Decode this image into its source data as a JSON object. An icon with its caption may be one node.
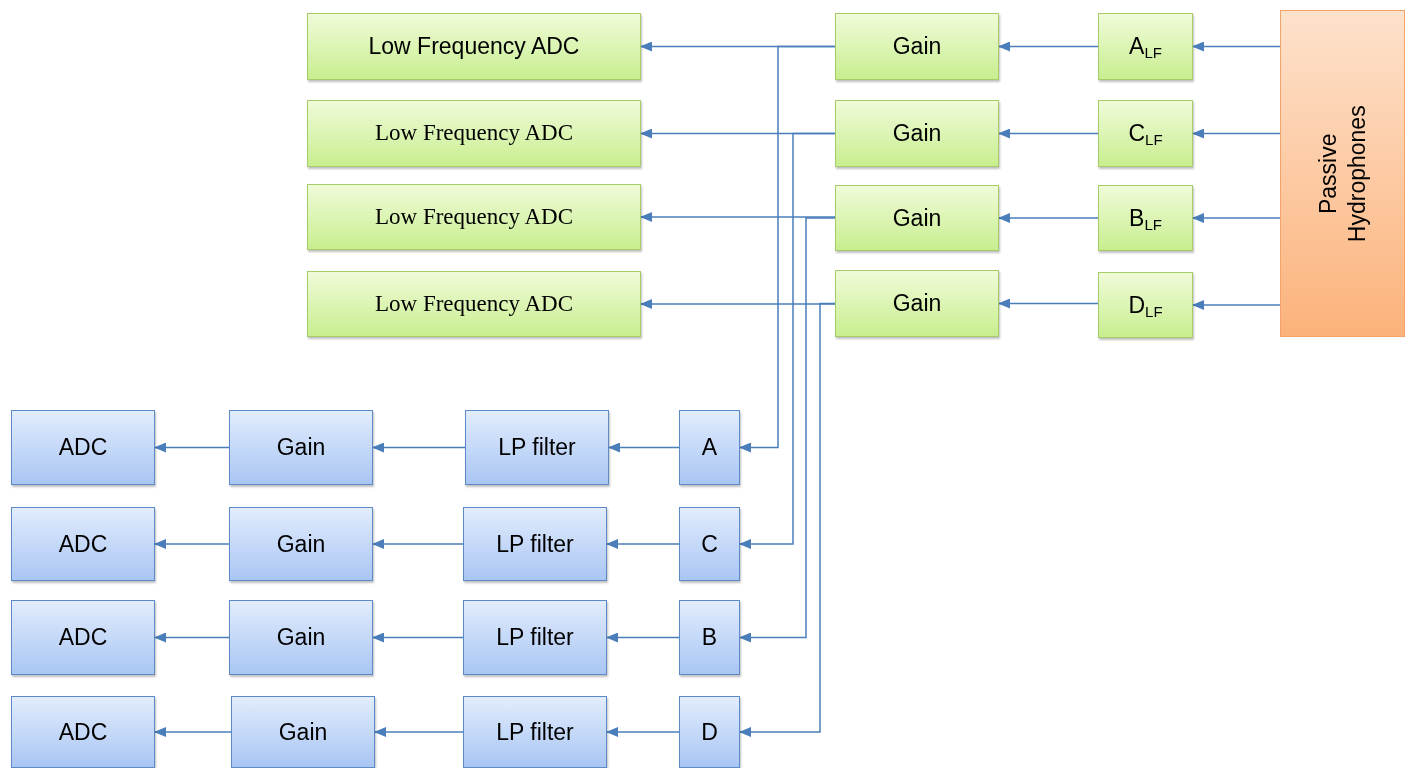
{
  "diagram": {
    "nodes": [
      {
        "text": [
          "Passive Hydrophones"
        ]
      },
      {
        "text": [
          "A$_{LF}$"
        ]
      },
      {
        "text": [
          "C$_{LF}$"
        ]
      },
      {
        "text": [
          "B$_{LF}$"
        ]
      },
      {
        "text": [
          "D$_{LF}$"
        ]
      },
      {
        "text": [
          "Gain"
        ]
      },
      {
        "text": [
          "Gain"
        ]
      },
      {
        "text": [
          "Gain"
        ]
      },
      {
        "text": [
          "Gain"
        ]
      },
      {
        "text": [
          "Low Frequency ADC"
        ]
      },
      {
        "text": [
          "Low Frequency ADC"
        ]
      },
      {
        "text": [
          "Low Frequency ADC"
        ]
      },
      {
        "text": [
          "Low Frequency ADC"
        ]
      },
      {
        "text": [
          "A"
        ]
      },
      {
        "text": [
          "C"
        ]
      },
      {
        "text": [
          "B"
        ]
      },
      {
        "text": [
          "D"
        ]
      },
      {
        "text": [
          "LP filter"
        ]
      },
      {
        "text": [
          "LP filter"
        ]
      },
      {
        "text": [
          "LP filter"
        ]
      },
      {
        "text": [
          "LP filter"
        ]
      },
      {
        "text": [
          "Gain"
        ]
      },
      {
        "text": [
          "Gain"
        ]
      },
      {
        "text": [
          "Gain"
        ]
      },
      {
        "text": [
          "Gain"
        ]
      },
      {
        "text": [
          "ADC"
        ]
      },
      {
        "text": [
          "ADC"
        ]
      },
      {
        "text": [
          "ADC"
        ]
      },
      {
        "text": [
          "ADC"
        ]
      }
    ],
    "edges": [
      {
        "from": 0,
        "to": 1,
        "arrow": "to"
      },
      {
        "from": 0,
        "to": 2,
        "arrow": "to"
      },
      {
        "from": 0,
        "to": 3,
        "arrow": "to"
      },
      {
        "from": 0,
        "to": 4,
        "arrow": "to"
      },
      {
        "from": 1,
        "to": 5,
        "arrow": "to"
      },
      {
        "from": 2,
        "to": 6,
        "arrow": "to"
      },
      {
        "from": 3,
        "to": 7,
        "arrow": "to"
      },
      {
        "from": 4,
        "to": 8,
        "arrow": "to"
      },
      {
        "from": 5,
        "to": 9,
        "arrow": "to"
      },
      {
        "from": 6,
        "to": 10,
        "arrow": "to"
      },
      {
        "from": 7,
        "to": 11,
        "arrow": "to"
      },
      {
        "from": 8,
        "to": 12,
        "arrow": "to"
      },
      {
        "from": 5,
        "to": 13,
        "arrow": "to"
      },
      {
        "from": 6,
        "to": 14,
        "arrow": "to"
      },
      {
        "from": 7,
        "to": 15,
        "arrow": "to"
      },
      {
        "from": 8,
        "to": 16,
        "arrow": "to"
      },
      {
        "from": 13,
        "to": 17,
        "arrow": "to"
      },
      {
        "from": 14,
        "to": 18,
        "arrow": "to"
      },
      {
        "from": 15,
        "to": 19,
        "arrow": "to"
      },
      {
        "from": 16,
        "to": 20,
        "arrow": "to"
      },
      {
        "from": 17,
        "to": 21,
        "arrow": "to"
      },
      {
        "from": 18,
        "to": 22,
        "arrow": "to"
      },
      {
        "from": 19,
        "to": 23,
        "arrow": "to"
      },
      {
        "from": 20,
        "to": 24,
        "arrow": "to"
      },
      {
        "from": 21,
        "to": 25,
        "arrow": "to"
      },
      {
        "from": 22,
        "to": 26,
        "arrow": "to"
      },
      {
        "from": 23,
        "to": 27,
        "arrow": "to"
      },
      {
        "from": 24,
        "to": 28,
        "arrow": "to"
      }
    ]
  }
}
